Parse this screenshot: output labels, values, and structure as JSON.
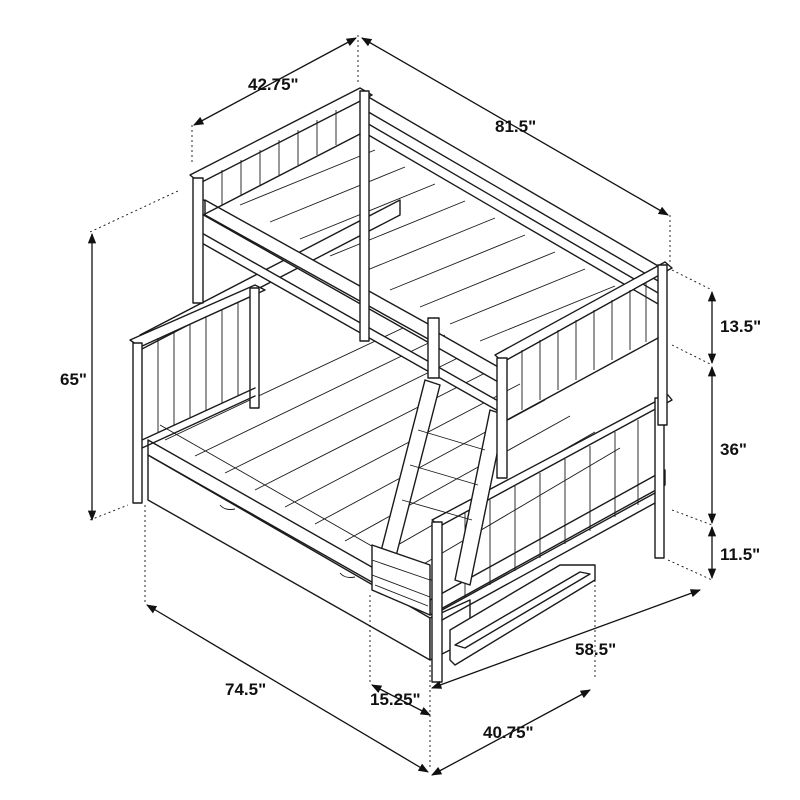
{
  "diagram": {
    "dimensions": {
      "top_width": "42.75\"",
      "top_length": "81.5\"",
      "overall_height": "65\"",
      "guard_rail_height": "13.5\"",
      "bunk_clearance": "36\"",
      "bottom_height": "11.5\"",
      "bottom_width": "58.5\"",
      "bottom_length": "74.5\"",
      "ladder_depth": "15.25\"",
      "front_width": "40.75\""
    }
  }
}
